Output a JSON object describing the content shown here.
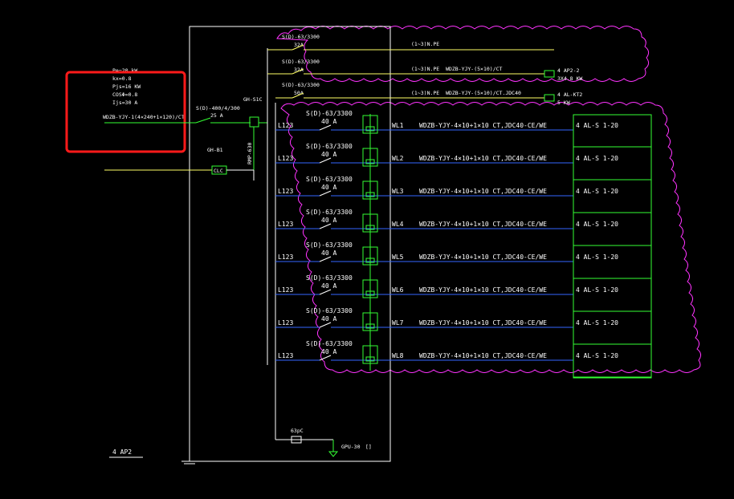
{
  "panel": {
    "name": "4 AP2",
    "box_title": "",
    "grounding_label": "GPU-30",
    "grounding_mark": "[]",
    "surge_label": "63pC"
  },
  "params": [
    {
      "text": "Pe=20 kW"
    },
    {
      "text": "kx=0.8"
    },
    {
      "text": "Pjs=16 KW"
    },
    {
      "text": "COSΦ=0.8"
    },
    {
      "text": "Ijs=30 A"
    }
  ],
  "incoming": {
    "cable": "WDZB-YJY-1(4×240+1×120)/CT",
    "note": "",
    "main_breaker": "S(D)-400/4/300",
    "main_breaker_rating": "25 A",
    "protector": "GH-S1C",
    "protector_note": "",
    "meter_id": "RMP-630",
    "fire_input": "",
    "fire_input_note": "",
    "fire_module": "GH-B1",
    "fire_module_note": "",
    "clc_label": "CLC"
  },
  "top_circuits": [
    {
      "breaker": "S(D)-63/3300",
      "rating": "32A",
      "cable": "(1~3)N.PE",
      "cable2": "",
      "dest": ""
    },
    {
      "breaker": "S(D)-63/3300",
      "rating": "32A",
      "cable": "(1~3)N.PE",
      "cable2": "WDZB-YJY-(5×10)/CT",
      "dest": "4 AP2-2",
      "dest_note": "3X4.8 KW"
    },
    {
      "breaker": "S(D)-63/3300",
      "rating": "50A",
      "cable": "(1~3)N.PE",
      "cable2": "WDZB-YJY-(5×10)/CT.JDC40",
      "dest": "4 AL-KT2",
      "dest_note": "5 KW"
    }
  ],
  "circuits": [
    {
      "id": "WL1",
      "breaker": "S(D)-63/3300",
      "rating": "40 A",
      "phase": "L123",
      "relay": "",
      "cable": "WDZB-YJY-4×10+1×10 CT,JDC40-CE/WE",
      "dest": "4 AL-S 1-20"
    },
    {
      "id": "WL2",
      "breaker": "S(D)-63/3300",
      "rating": "40 A",
      "phase": "L123",
      "relay": "",
      "cable": "WDZB-YJY-4×10+1×10 CT,JDC40-CE/WE",
      "dest": "4 AL-S 1-20"
    },
    {
      "id": "WL3",
      "breaker": "S(D)-63/3300",
      "rating": "40 A",
      "phase": "L123",
      "relay": "",
      "cable": "WDZB-YJY-4×10+1×10 CT,JDC40-CE/WE",
      "dest": "4 AL-S 1-20"
    },
    {
      "id": "WL4",
      "breaker": "S(D)-63/3300",
      "rating": "40 A",
      "phase": "L123",
      "relay": "",
      "cable": "WDZB-YJY-4×10+1×10 CT,JDC40-CE/WE",
      "dest": "4 AL-S 1-20"
    },
    {
      "id": "WL5",
      "breaker": "S(D)-63/3300",
      "rating": "40 A",
      "phase": "L123",
      "relay": "",
      "cable": "WDZB-YJY-4×10+1×10 CT,JDC40-CE/WE",
      "dest": "4 AL-S 1-20"
    },
    {
      "id": "WL6",
      "breaker": "S(D)-63/3300",
      "rating": "40 A",
      "phase": "L123",
      "relay": "",
      "cable": "WDZB-YJY-4×10+1×10 CT,JDC40-CE/WE",
      "dest": "4 AL-S 1-20"
    },
    {
      "id": "WL7",
      "breaker": "S(D)-63/3300",
      "rating": "40 A",
      "phase": "L123",
      "relay": "",
      "cable": "WDZB-YJY-4×10+1×10 CT,JDC40-CE/WE",
      "dest": "4 AL-S 1-20"
    },
    {
      "id": "WL8",
      "breaker": "S(D)-63/3300",
      "rating": "40 A",
      "phase": "L123",
      "relay": "",
      "cable": "WDZB-YJY-4×10+1×10 CT,JDC40-CE/WE",
      "dest": "4 AL-S 1-20"
    }
  ],
  "colors": {
    "background": "#000000",
    "box": "#ffffff",
    "bus_green": "#33ff33",
    "feeder_blue": "#3366ff",
    "cloud_magenta": "#ff33ff",
    "highlight_red": "#ff1a1a",
    "top_line_yellow": "#ffff66"
  }
}
